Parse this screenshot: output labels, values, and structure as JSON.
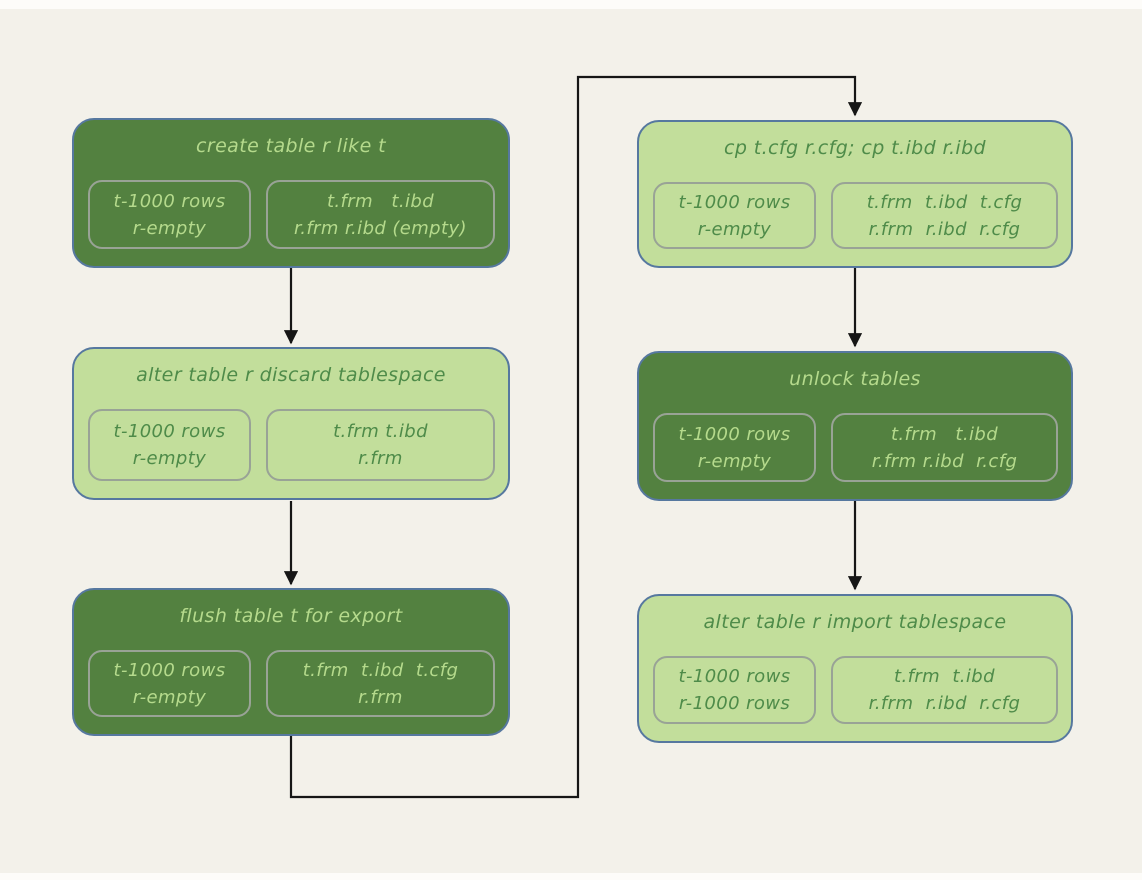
{
  "diagram": {
    "description": "MySQL transportable tablespace copy workflow (table t copied into table r)",
    "colors": {
      "background": "#f3f1ea",
      "dark_box_fill": "#538140",
      "dark_box_text": "#b5da8c",
      "light_box_fill": "#c2de9b",
      "light_box_text": "#4e8b49",
      "box_border": "#56789f",
      "inner_box_border": "#99a396",
      "arrow": "#161616"
    },
    "nodes": [
      {
        "id": "create-table-r-like-t",
        "variant": "dark",
        "title": "create table r like t",
        "rows": [
          "t-1000 rows",
          "r-empty"
        ],
        "files": [
          "t.frm   t.ibd",
          "r.frm r.ibd (empty)"
        ]
      },
      {
        "id": "alter-table-r-discard-tablespace",
        "variant": "light",
        "title": "alter table r discard tablespace",
        "rows": [
          "t-1000 rows",
          "r-empty"
        ],
        "files": [
          "t.frm t.ibd",
          "r.frm"
        ]
      },
      {
        "id": "flush-table-t-for-export",
        "variant": "dark",
        "title": "flush table t for export",
        "rows": [
          "t-1000 rows",
          "r-empty"
        ],
        "files": [
          "t.frm  t.ibd  t.cfg",
          "r.frm"
        ]
      },
      {
        "id": "cp-cfg-and-ibd",
        "variant": "light",
        "title": "cp t.cfg r.cfg; cp t.ibd r.ibd",
        "rows": [
          "t-1000 rows",
          "r-empty"
        ],
        "files": [
          "t.frm  t.ibd  t.cfg",
          "r.frm  r.ibd  r.cfg"
        ]
      },
      {
        "id": "unlock-tables",
        "variant": "dark",
        "title": "unlock tables",
        "rows": [
          "t-1000 rows",
          "r-empty"
        ],
        "files": [
          "t.frm   t.ibd",
          "r.frm r.ibd  r.cfg"
        ]
      },
      {
        "id": "alter-table-r-import-tablespace",
        "variant": "light",
        "title": "alter table r import tablespace",
        "rows": [
          "t-1000 rows",
          "r-1000 rows"
        ],
        "files": [
          "t.frm  t.ibd",
          "r.frm  r.ibd  r.cfg"
        ]
      }
    ],
    "edges": [
      {
        "from": "create-table-r-like-t",
        "to": "alter-table-r-discard-tablespace"
      },
      {
        "from": "alter-table-r-discard-tablespace",
        "to": "flush-table-t-for-export"
      },
      {
        "from": "flush-table-t-for-export",
        "to": "cp-cfg-and-ibd"
      },
      {
        "from": "cp-cfg-and-ibd",
        "to": "unlock-tables"
      },
      {
        "from": "unlock-tables",
        "to": "alter-table-r-import-tablespace"
      }
    ]
  }
}
